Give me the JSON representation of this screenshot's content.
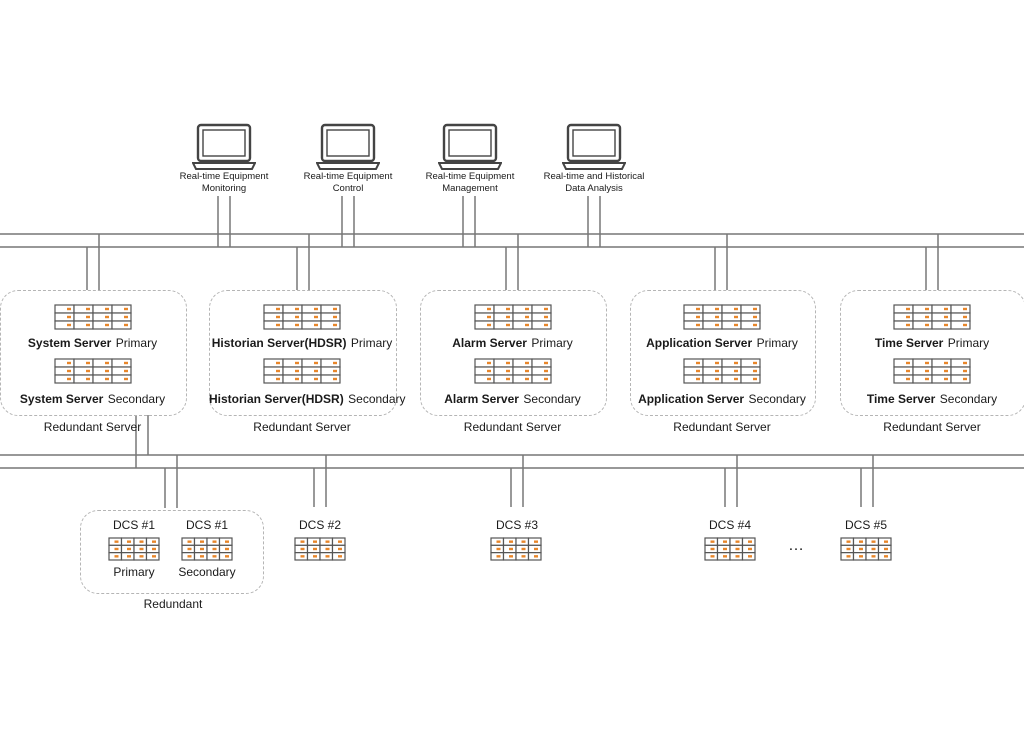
{
  "workstations": [
    {
      "label": "Real-time Equipment Monitoring",
      "icon": "laptop-icon"
    },
    {
      "label": "Real-time Equipment Control",
      "icon": "laptop-icon"
    },
    {
      "label": "Real-time Equipment Management",
      "icon": "laptop-icon"
    },
    {
      "label": "Real-time and Historical Data Analysis",
      "icon": "laptop-icon"
    }
  ],
  "server_groups": [
    {
      "primary_name": "System Server",
      "primary_role": "Primary",
      "secondary_name": "System Server",
      "secondary_role": "Secondary",
      "caption": "Redundant Server"
    },
    {
      "primary_name": "Historian Server(HDSR)",
      "primary_role": "Primary",
      "secondary_name": "Historian Server(HDSR)",
      "secondary_role": "Secondary",
      "caption": "Redundant Server"
    },
    {
      "primary_name": "Alarm Server",
      "primary_role": "Primary",
      "secondary_name": "Alarm Server",
      "secondary_role": "Secondary",
      "caption": "Redundant Server"
    },
    {
      "primary_name": "Application Server",
      "primary_role": "Primary",
      "secondary_name": "Application Server",
      "secondary_role": "Secondary",
      "caption": "Redundant Server"
    },
    {
      "primary_name": "Time Server",
      "primary_role": "Primary",
      "secondary_name": "Time Server",
      "secondary_role": "Secondary",
      "caption": "Redundant Server"
    }
  ],
  "dcs_redundant": {
    "primary_label": "DCS #1",
    "primary_role": "Primary",
    "secondary_label": "DCS #1",
    "secondary_role": "Secondary",
    "caption": "Redundant"
  },
  "dcs_nodes": [
    "DCS #2",
    "DCS #3",
    "DCS #4",
    "DCS #5"
  ],
  "ellipsis": "…",
  "colors": {
    "line": "#777777",
    "rack_stroke": "#555555",
    "rack_accent": "#e8862a",
    "box_border": "#b5b5b5"
  }
}
